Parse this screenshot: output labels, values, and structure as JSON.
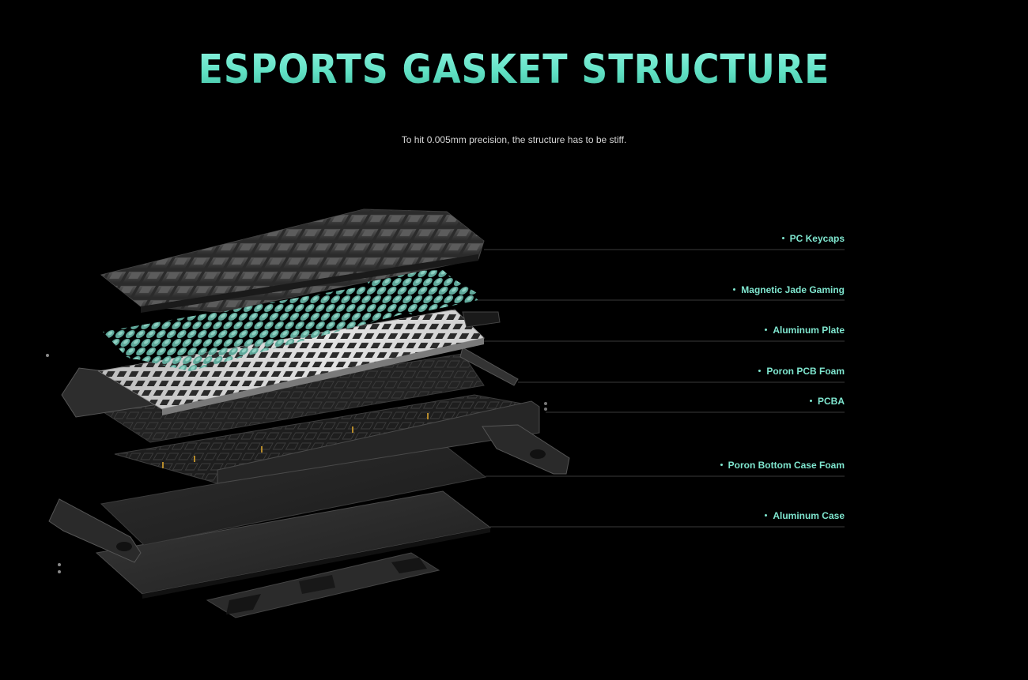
{
  "header": {
    "title": "ESPORTS GASKET STRUCTURE",
    "subtitle": "To hit 0.005mm precision, the structure has to be stiff."
  },
  "layers": [
    {
      "label": "PC Keycaps"
    },
    {
      "label": "Magnetic Jade Gaming"
    },
    {
      "label": "Aluminum Plate"
    },
    {
      "label": "Poron PCB Foam"
    },
    {
      "label": "PCBA"
    },
    {
      "label": "Poron Bottom Case Foam"
    },
    {
      "label": "Aluminum Case"
    }
  ],
  "colors": {
    "background": "#000000",
    "accent": "#7fe6cf",
    "title_gradient_top": "#8ff5e1",
    "title_gradient_bottom": "#3fb99d",
    "leader_line": "#3a3a3a",
    "switch_color": "#5fa89a",
    "plate_color": "#d9d9d9",
    "keycap_color": "#4a4a4a"
  }
}
